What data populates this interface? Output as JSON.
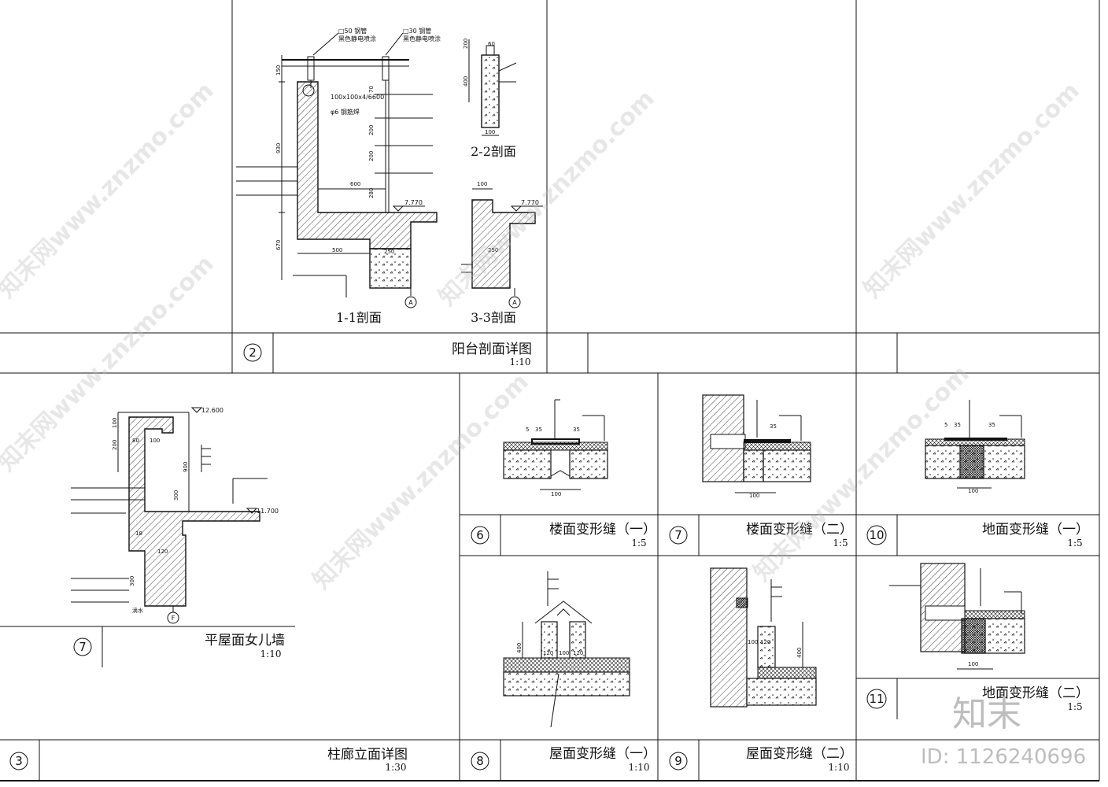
{
  "sheet": {
    "panel_2": {
      "number": "2",
      "title": "阳台剖面详图",
      "scale": "1:10"
    },
    "panel_3": {
      "number": "3",
      "title": "柱廊立面详图",
      "scale": "1:30"
    },
    "panel_7a": {
      "number": "7",
      "title": "平屋面女儿墙",
      "scale": "1:10"
    },
    "panel_6": {
      "number": "6",
      "title": "楼面变形缝（一）",
      "scale": "1:5"
    },
    "panel_7b": {
      "number": "7",
      "title": "楼面变形缝（二）",
      "scale": "1:5"
    },
    "panel_10": {
      "number": "10",
      "title": "地面变形缝（一）",
      "scale": "1:5"
    },
    "panel_8": {
      "number": "8",
      "title": "屋面变形缝（一）",
      "scale": "1:10"
    },
    "panel_9": {
      "number": "9",
      "title": "屋面变形缝（二）",
      "scale": "1:10"
    },
    "panel_11": {
      "number": "11",
      "title": "地面变形缝（二）",
      "scale": "1:5"
    }
  },
  "balcony": {
    "section_1_1": "1-1剖面",
    "section_2_2": "2-2剖面",
    "section_3_3": "3-3剖面",
    "note_top_1a": "□50 钢管",
    "note_top_1b": "黑色静电喷涂",
    "note_top_2a": "□30 钢管",
    "note_top_2b": "黑色静电喷涂",
    "note_post": "100x100x4/6600",
    "note_rebar": "φ6 钢筋焊",
    "elev_1": "7.770",
    "elev_2": "7.770",
    "axis_a1": "A",
    "axis_a2": "A",
    "dims": {
      "d150": "150",
      "d930": "930",
      "d670": "670",
      "d500": "500",
      "d600": "600",
      "d250": "250",
      "d200": "200",
      "d400": "400",
      "d100": "100",
      "d60": "60",
      "d70": "70",
      "d280": "280"
    }
  },
  "parapet": {
    "elev_top": "12.600",
    "elev_roof": "11.700",
    "axis_f": "F",
    "dims": {
      "d100": "100",
      "d200": "200",
      "d80": "80",
      "d900": "900",
      "d300": "300",
      "d120": "120",
      "d18": "18"
    },
    "note_drip": "滴水"
  },
  "joints": {
    "d100": "100",
    "d35": "35",
    "d5": "5",
    "d400": "400",
    "d120": "120"
  },
  "watermark": {
    "site": "知末网www.znzmo.com",
    "logo": "知末",
    "id": "ID: 1126240696"
  }
}
